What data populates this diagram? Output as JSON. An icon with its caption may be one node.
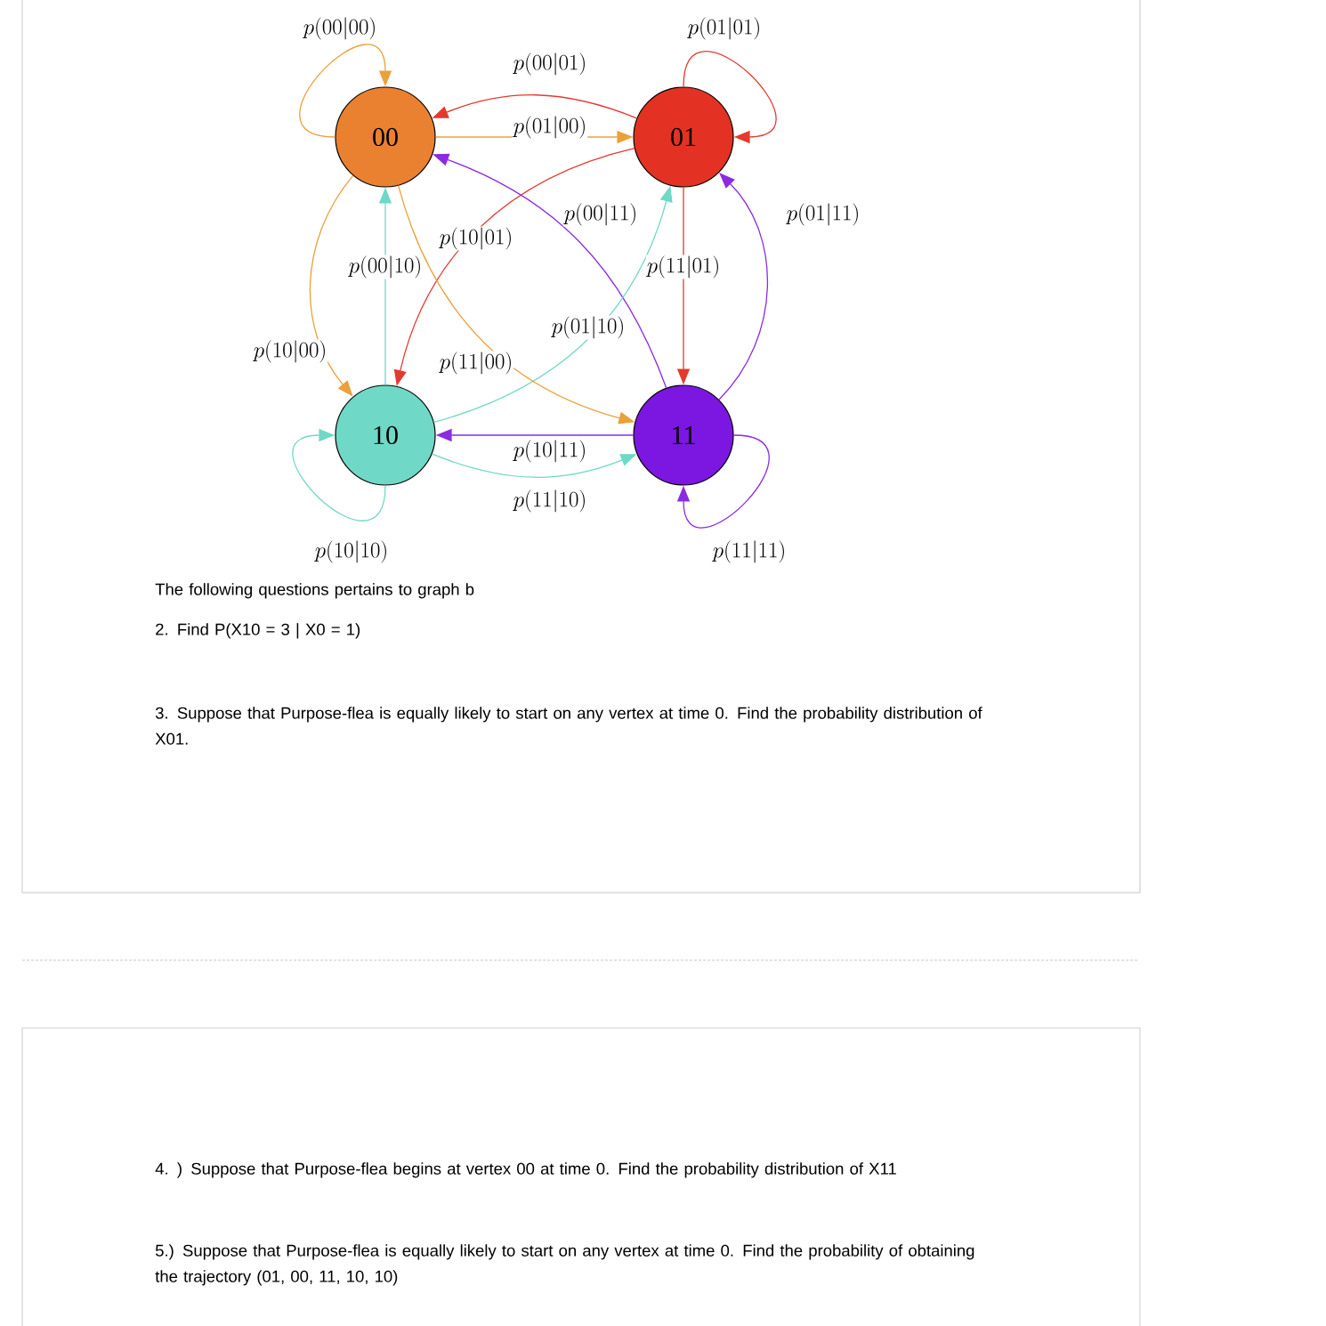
{
  "diagram": {
    "nodes": [
      {
        "text": [
          "00"
        ]
      },
      {
        "text": [
          "01"
        ]
      },
      {
        "text": [
          "10"
        ]
      },
      {
        "text": [
          "11"
        ]
      }
    ],
    "edges": [
      {
        "from": 0,
        "to": 0,
        "arrow": "to",
        "label": "p(00|00)",
        "color": "#eba03a"
      },
      {
        "from": 1,
        "to": 0,
        "arrow": "to",
        "label": "p(00|01)",
        "color": "#e33a2f"
      },
      {
        "from": 0,
        "to": 1,
        "arrow": "to",
        "label": "p(01|00)",
        "color": "#eba03a"
      },
      {
        "from": 1,
        "to": 1,
        "arrow": "to",
        "label": "p(01|01)",
        "color": "#e33a2f"
      },
      {
        "from": 2,
        "to": 0,
        "arrow": "to",
        "label": "p(00|10)",
        "color": "#6fd8c6"
      },
      {
        "from": 0,
        "to": 2,
        "arrow": "to",
        "label": "p(10|00)",
        "color": "#eba03a"
      },
      {
        "from": 1,
        "to": 2,
        "arrow": "to",
        "label": "p(10|01)",
        "color": "#e33a2f"
      },
      {
        "from": 3,
        "to": 0,
        "arrow": "to",
        "label": "p(00|11)",
        "color": "#8a2be2"
      },
      {
        "from": 2,
        "to": 1,
        "arrow": "to",
        "label": "p(01|10)",
        "color": "#6fd8c6"
      },
      {
        "from": 0,
        "to": 3,
        "arrow": "to",
        "label": "p(11|00)",
        "color": "#eba03a"
      },
      {
        "from": 3,
        "to": 1,
        "arrow": "to",
        "label": "p(01|11)",
        "color": "#8a2be2"
      },
      {
        "from": 1,
        "to": 3,
        "arrow": "to",
        "label": "p(11|01)",
        "color": "#e33a2f"
      },
      {
        "from": 3,
        "to": 2,
        "arrow": "to",
        "label": "p(10|11)",
        "color": "#8a2be2"
      },
      {
        "from": 2,
        "to": 3,
        "arrow": "to",
        "label": "p(11|10)",
        "color": "#6fd8c6"
      },
      {
        "from": 2,
        "to": 2,
        "arrow": "to",
        "label": "p(10|10)",
        "color": "#6fd8c6"
      },
      {
        "from": 3,
        "to": 3,
        "arrow": "to",
        "label": "p(11|11)",
        "color": "#8a2be2"
      }
    ],
    "labels": [
      "The following questions pertains to graph b",
      "2. Find P(X10 = 3 | X0 = 1)",
      "3. Suppose that Purpose-flea is equally likely to start on any vertex at time 0. Find the probability distribution of X01.",
      "4. ) Suppose that Purpose-flea begins at vertex 00 at time 0. Find the probability distribution of X11",
      "5.) Suppose that Purpose-flea is equally likely to start on any vertex at time 0. Find the probability of obtaining the trajectory (01, 00, 11, 10, 10)"
    ]
  }
}
